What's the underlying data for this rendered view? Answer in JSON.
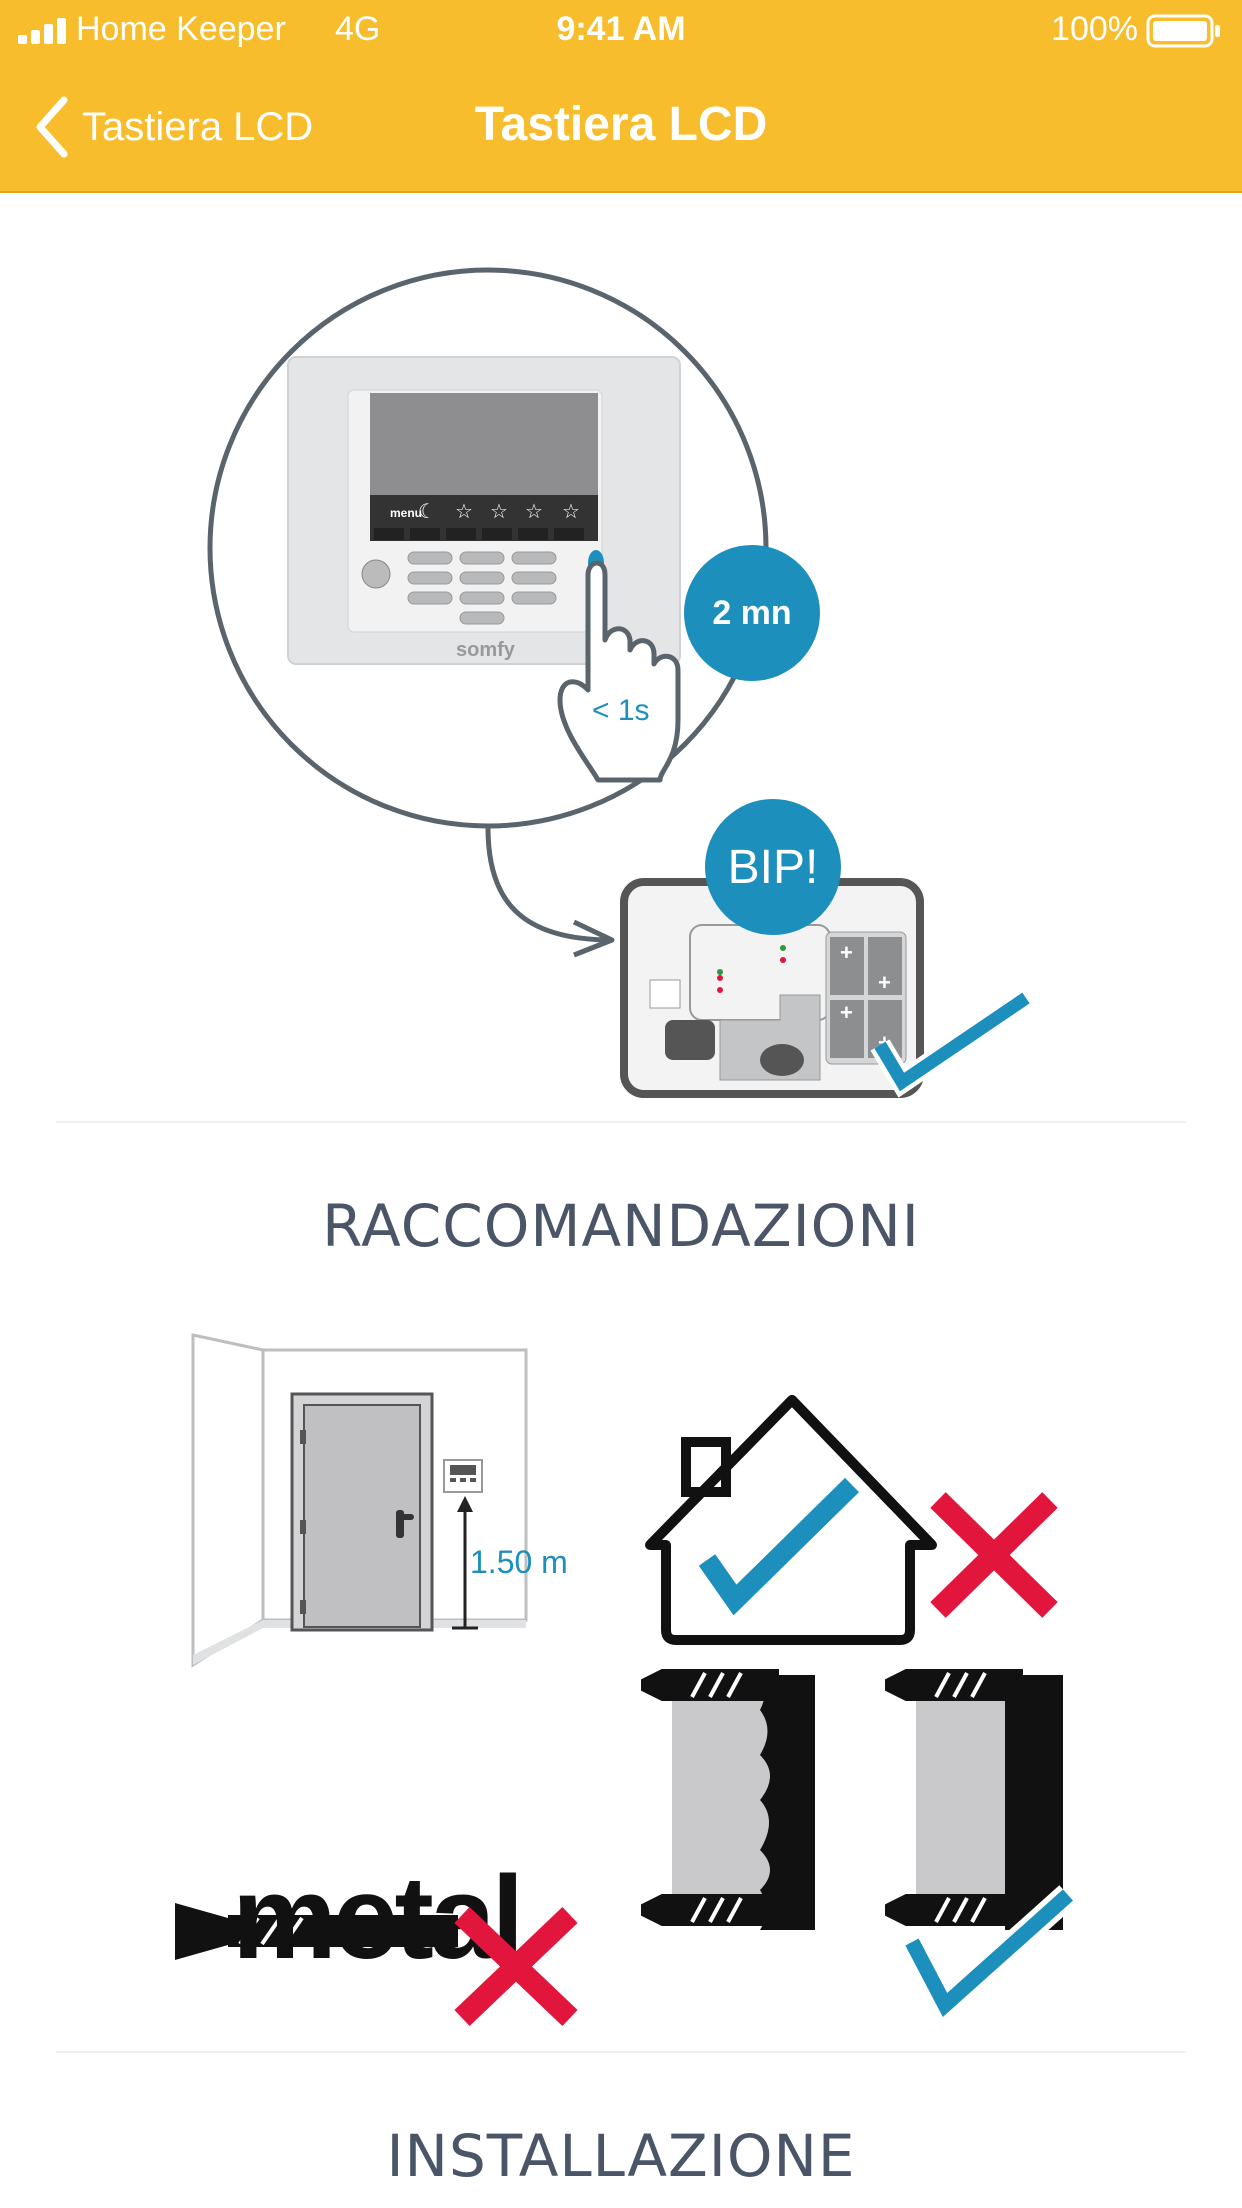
{
  "status_bar": {
    "carrier": "Home Keeper",
    "network": "4G",
    "time": "9:41 AM",
    "battery": "100%"
  },
  "nav": {
    "back_label": "Tastiera LCD",
    "title": "Tastiera LCD"
  },
  "illustration_1": {
    "timer_badge": "2 mn",
    "press_label": "< 1s",
    "beep_badge": "BIP!",
    "keypad_menu": "menu",
    "brand": "somfy"
  },
  "recommendations": {
    "title": "RACCOMANDAZIONI",
    "height_label": "1.50 m",
    "metal_word": "metal"
  },
  "installation": {
    "title": "INSTALLAZIONE"
  },
  "colors": {
    "header": "#f7bd2c",
    "accent_blue": "#1d8fbd",
    "error_red": "#e2163c",
    "title_gray": "#4a5568"
  }
}
